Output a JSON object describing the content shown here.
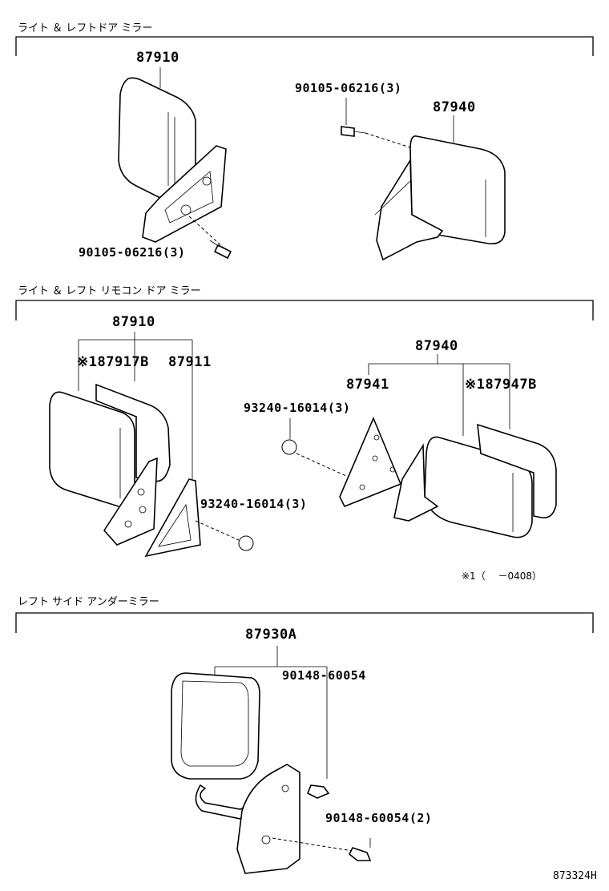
{
  "sections": [
    {
      "title": "ライト ＆ レフトドア ミラー",
      "labels": {
        "p1": "87910",
        "p2": "90105-06216(3)",
        "p3": "87940",
        "p4": "90105-06216(3)"
      }
    },
    {
      "title": "ライト ＆ レフト リモコン ドア ミラー",
      "labels": {
        "p1": "87910",
        "p2": "※187917B",
        "p3": "87911",
        "p4": "93240-16014(3)",
        "p5": "87940",
        "p6": "87941",
        "p7": "※187947B",
        "p8": "93240-16014(3)",
        "note": "※1（　 －0408）"
      }
    },
    {
      "title": "レフト サイド アンダーミラー",
      "labels": {
        "p1": "87930A",
        "p2": "90148-60054",
        "p3": "90148-60054(2)"
      }
    }
  ],
  "diagram_ref": "873324H"
}
